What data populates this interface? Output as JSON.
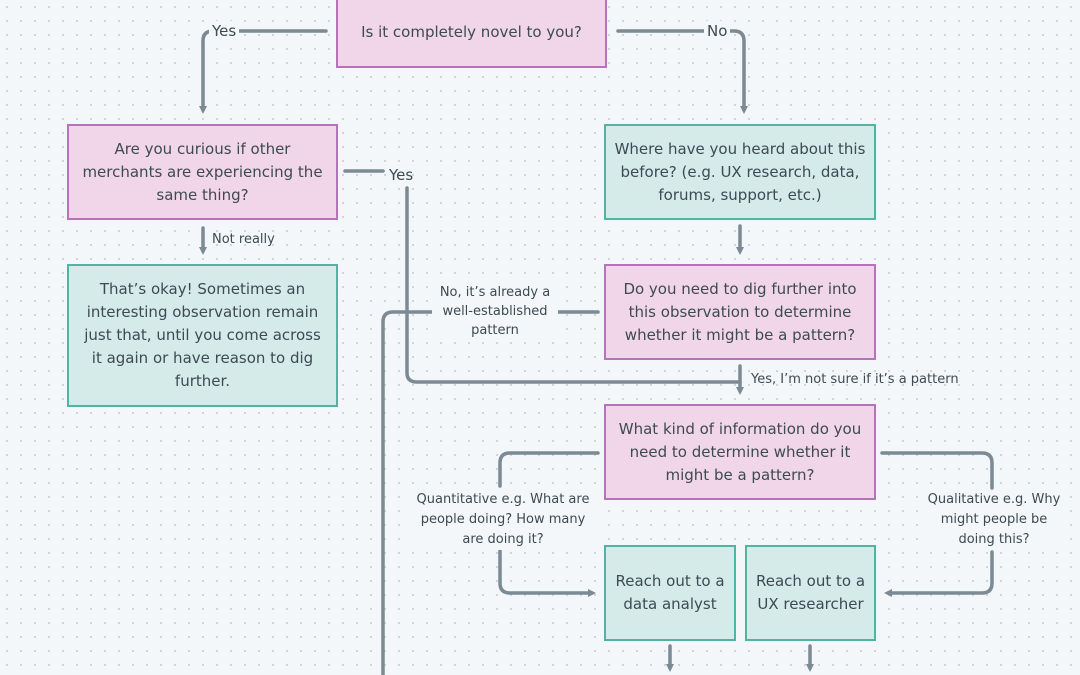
{
  "nodes": {
    "novel": "Is it completely novel to you?",
    "curious": "Are you curious if other merchants are experiencing the same thing?",
    "heard": "Where have you heard about this before? (e.g. UX research, data, forums, support, etc.)",
    "okay": "That’s okay! Sometimes an interesting observation remain just that, until you come across it again or have reason to dig further.",
    "dig": "Do you need to dig further into this observation to determine whether it might be a pattern?",
    "kind": "What kind of information do you need to determine whether it might be a pattern?",
    "data_analyst": "Reach out to a data analyst",
    "ux_researcher": "Reach out to a UX researcher"
  },
  "edges": {
    "yes_left": "Yes",
    "no_right": "No",
    "yes_mid": "Yes",
    "not_really": "Not really",
    "already_pattern": "No, it’s already a well-established pattern",
    "not_sure": "Yes, I’m not sure if it’s a pattern",
    "quantitative": "Quantitative e.g. What are people doing? How many are doing it?",
    "qualitative": "Qualitative e.g. Why might people be doing this?"
  },
  "colors": {
    "question_fill": "#f1d6ea",
    "question_border": "#b673b9",
    "answer_fill": "#d5ebea",
    "answer_border": "#4fb5a2",
    "connector": "#7b8a93",
    "background": "#f3f7f9"
  }
}
